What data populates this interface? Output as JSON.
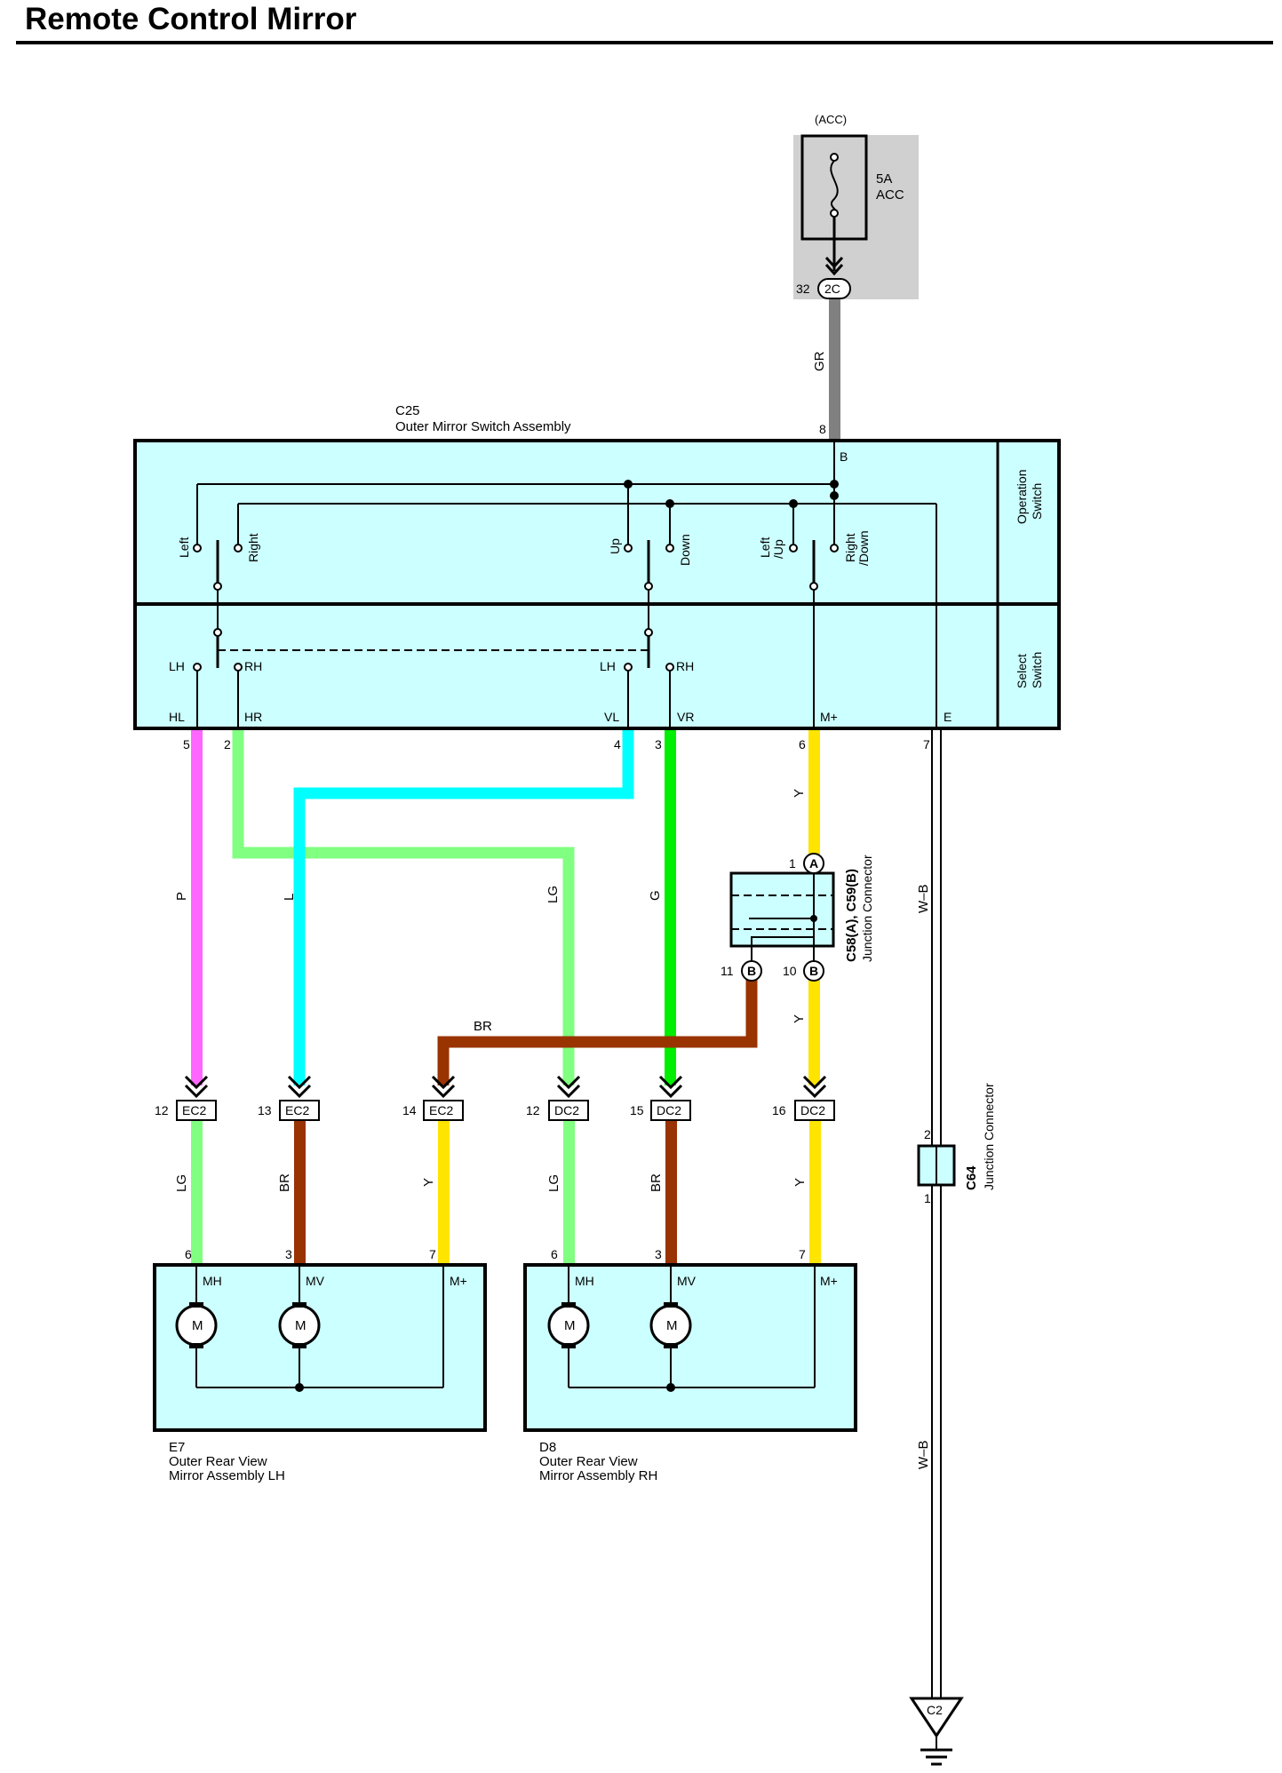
{
  "title": "Remote Control Mirror",
  "fuse": {
    "header": "(ACC)",
    "rating": "5A",
    "name": "ACC",
    "pin": "32",
    "connector": "2C"
  },
  "switch_assembly": {
    "code": "C25",
    "name": "Outer Mirror Switch Assembly",
    "operation_label_1": "Operation",
    "operation_label_2": "Switch",
    "select_label_1": "Select",
    "select_label_2": "Switch",
    "internal_labels": {
      "B": "B",
      "left": "Left",
      "right": "Right",
      "up": "Up",
      "down": "Down",
      "left_up_1": "Left",
      "left_up_2": "/Up",
      "right_down_1": "Right",
      "right_down_2": "/Down",
      "lh_1": "LH",
      "rh_1": "RH",
      "lh_2": "LH",
      "rh_2": "RH"
    },
    "terminals": [
      {
        "label": "HL",
        "pin": "5"
      },
      {
        "label": "HR",
        "pin": "2"
      },
      {
        "label": "VL",
        "pin": "4"
      },
      {
        "label": "VR",
        "pin": "3"
      },
      {
        "label": "M+",
        "pin": "6"
      },
      {
        "label": "E",
        "pin": "7"
      },
      {
        "label": "B",
        "pin": "8"
      }
    ]
  },
  "wires": {
    "gr": "GR",
    "p": "P",
    "l": "L",
    "lg": "LG",
    "g": "G",
    "y": "Y",
    "br": "BR",
    "wb": "W–B",
    "colors": {
      "GR": "#808080",
      "P": "#ff66ff",
      "L": "#00ffff",
      "LG": "#80ff80",
      "G": "#00ee00",
      "Y": "#ffe400",
      "BR": "#993300",
      "box": "#ccffff"
    }
  },
  "junction_c58": {
    "name": "C58(A), C59(B)",
    "desc": "Junction Connector",
    "pin_a": "1",
    "pin_a_letter": "A",
    "pin_b1": "11",
    "pin_b1_letter": "B",
    "pin_b2": "10",
    "pin_b2_letter": "B"
  },
  "inline_connectors": [
    {
      "pin": "12",
      "name": "EC2"
    },
    {
      "pin": "13",
      "name": "EC2"
    },
    {
      "pin": "14",
      "name": "EC2"
    },
    {
      "pin": "12",
      "name": "DC2"
    },
    {
      "pin": "15",
      "name": "DC2"
    },
    {
      "pin": "16",
      "name": "DC2"
    }
  ],
  "junction_c64": {
    "name": "C64",
    "desc": "Junction Connector",
    "pin_top": "2",
    "pin_bottom": "1"
  },
  "mirrors": [
    {
      "code": "E7",
      "name_1": "Outer Rear View",
      "name_2": "Mirror Assembly LH",
      "pins": [
        "6",
        "3",
        "7"
      ],
      "terminals": [
        "MH",
        "MV",
        "M+"
      ],
      "motor": "M"
    },
    {
      "code": "D8",
      "name_1": "Outer Rear View",
      "name_2": "Mirror Assembly RH",
      "pins": [
        "6",
        "3",
        "7"
      ],
      "terminals": [
        "MH",
        "MV",
        "M+"
      ],
      "motor": "M"
    }
  ],
  "ground": {
    "name": "C2"
  }
}
